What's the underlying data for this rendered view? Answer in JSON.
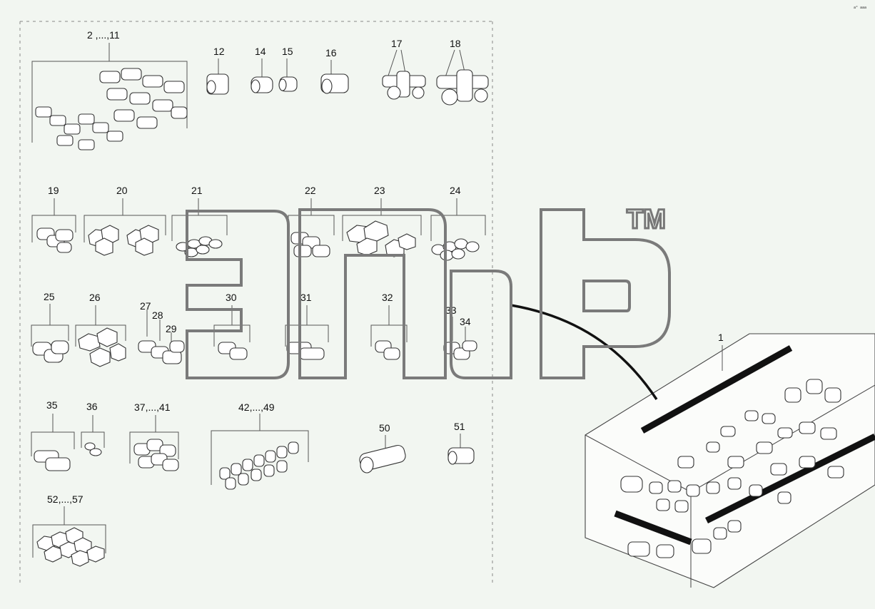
{
  "corner_text": "a° aaa",
  "watermark": {
    "trademark": "TM"
  },
  "callouts": {
    "c2_11": "2 ,...,11",
    "c12": "12",
    "c14": "14",
    "c15": "15",
    "c16": "16",
    "c17": "17",
    "c18": "18",
    "c19": "19",
    "c20": "20",
    "c21": "21",
    "c22": "22",
    "c23": "23",
    "c24": "24",
    "c25": "25",
    "c26": "26",
    "c27": "27",
    "c28": "28",
    "c29": "29",
    "c30": "30",
    "c31": "31",
    "c32": "32",
    "c33": "33",
    "c34": "34",
    "c35": "35",
    "c36": "36",
    "c37_41": "37,...,41",
    "c42_49": "42,...,49",
    "c50": "50",
    "c51": "51",
    "c52_57": "52,...,57",
    "c1": "1"
  }
}
